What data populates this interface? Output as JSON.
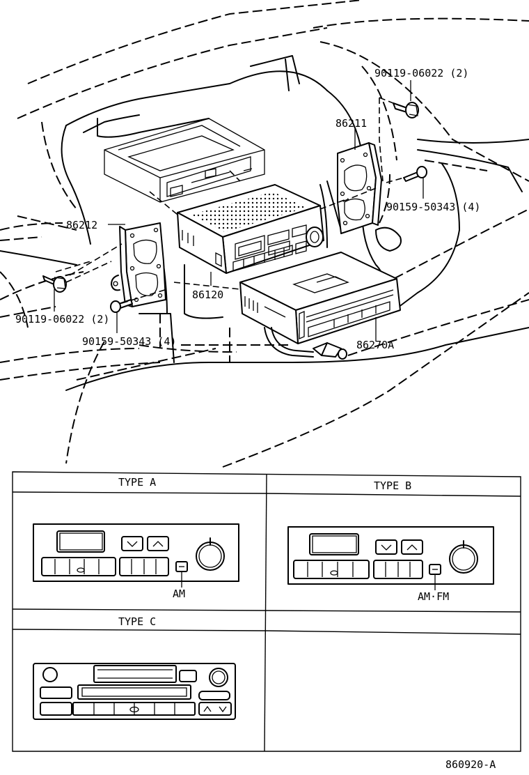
{
  "callouts": {
    "bolt_top": "90119-06022 (2)",
    "bracket_right": "86211",
    "screw_right": "90159-50343 (4)",
    "bracket_left": "86212",
    "bolt_left": "90119-06022 (2)",
    "radio": "86120",
    "screw_left": "90159-50343 (4)",
    "changer": "86270A"
  },
  "types": {
    "a": {
      "header": "TYPE A",
      "button_label": "AM"
    },
    "b": {
      "header": "TYPE B",
      "button_label": "AM·FM"
    },
    "c": {
      "header": "TYPE C"
    }
  },
  "footer_code": "860920-A"
}
